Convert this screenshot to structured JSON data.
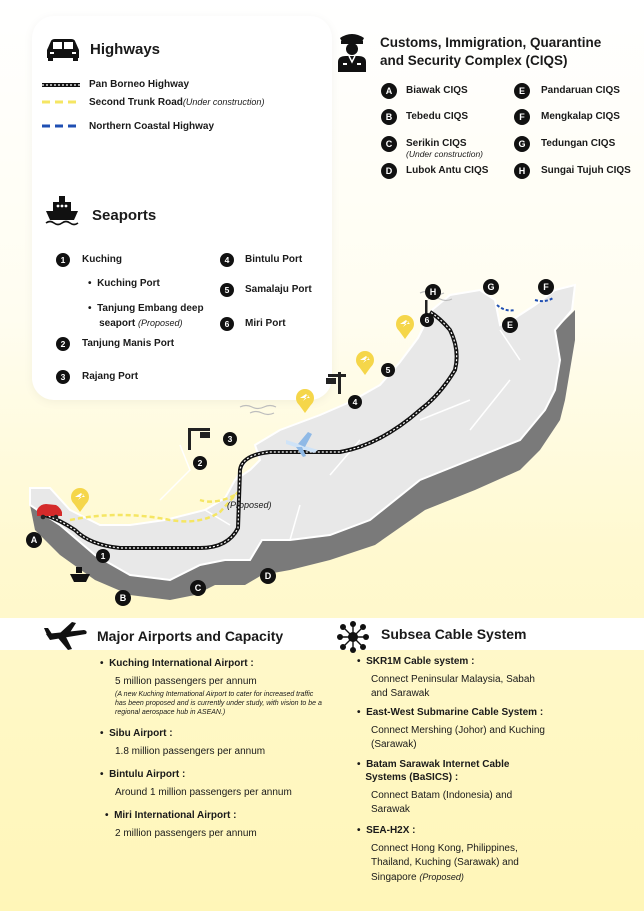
{
  "highways": {
    "title": "Highways",
    "items": [
      {
        "label": "Pan Borneo Highway",
        "note": ""
      },
      {
        "label": "Second Trunk Road",
        "note": "(Under construction)"
      },
      {
        "label": "Northern Coastal Highway",
        "note": ""
      }
    ]
  },
  "seaports": {
    "title": "Seaports",
    "kuching": "Kuching",
    "kuching_port": "Kuching Port",
    "tanjung_embang": "Tanjung Embang deep",
    "tanjung_embang2": "seaport",
    "proposed": "(Proposed)",
    "tanjung_manis": "Tanjung Manis Port",
    "rajang": "Rajang Port",
    "bintulu": "Bintulu Port",
    "samalaju": "Samalaju Port",
    "miri": "Miri Port",
    "n1": "1",
    "n2": "2",
    "n3": "3",
    "n4": "4",
    "n5": "5",
    "n6": "6"
  },
  "ciqs": {
    "title_line1": "Customs, Immigration, Quarantine",
    "title_line2": "and Security Complex (CIQS)",
    "items": [
      {
        "letter": "A",
        "label": "Biawak CIQS",
        "note": ""
      },
      {
        "letter": "B",
        "label": "Tebedu CIQS",
        "note": ""
      },
      {
        "letter": "C",
        "label": "Serikin CIQS",
        "note": "(Under construction)"
      },
      {
        "letter": "D",
        "label": "Lubok Antu CIQS",
        "note": ""
      },
      {
        "letter": "E",
        "label": "Pandaruan CIQS",
        "note": ""
      },
      {
        "letter": "F",
        "label": "Mengkalap CIQS",
        "note": ""
      },
      {
        "letter": "G",
        "label": "Tedungan CIQS",
        "note": ""
      },
      {
        "letter": "H",
        "label": "Sungai Tujuh CIQS",
        "note": ""
      }
    ]
  },
  "map": {
    "proposed_label": "(Proposed)",
    "markers": {
      "A": "A",
      "B": "B",
      "C": "C",
      "D": "D",
      "E": "E",
      "F": "F",
      "G": "G",
      "H": "H",
      "p1": "1",
      "p2": "2",
      "p3": "3",
      "p4": "4",
      "p5": "5",
      "p6": "6"
    }
  },
  "airports": {
    "title": "Major Airports and Capacity",
    "items": [
      {
        "name": "Kuching International Airport :",
        "capacity": "5 million passengers per annum",
        "note": "(A new Kuching International Airport to cater for increased traffic has been proposed and is currently under study, with vision to be a regional aerospace hub in ASEAN.)"
      },
      {
        "name": "Sibu Airport :",
        "capacity": "1.8 million passengers per annum",
        "note": ""
      },
      {
        "name": "Bintulu Airport :",
        "capacity": "Around 1 million passengers per annum",
        "note": ""
      },
      {
        "name": "Miri International  Airport :",
        "capacity": "2 million passengers per annum",
        "note": ""
      }
    ]
  },
  "subsea": {
    "title": "Subsea Cable System",
    "items": [
      {
        "name": "SKR1M Cable system :",
        "desc1": "Connect Peninsular Malaysia, Sabah",
        "desc2": "and Sarawak",
        "desc3": ""
      },
      {
        "name": "East-West Submarine Cable System :",
        "desc1": "Connect Mershing (Johor) and Kuching",
        "desc2": "(Sarawak)",
        "desc3": ""
      },
      {
        "name": "Batam Sarawak Internet Cable",
        "name2": "Systems (BaSICS) :",
        "desc1": "Connect Batam (Indonesia) and",
        "desc2": "Sarawak",
        "desc3": ""
      },
      {
        "name": "SEA-H2X :",
        "desc1": "Connect Hong Kong, Philippines,",
        "desc2": "Thailand, Kuching (Sarawak) and",
        "desc3": "Singapore",
        "note": "(Proposed)"
      }
    ]
  },
  "colors": {
    "pan_borneo": "#111111",
    "second_trunk": "#f5e663",
    "northern": "#1f4fb3",
    "airport_pin": "#f5d64a",
    "car": "#d42a2a"
  }
}
